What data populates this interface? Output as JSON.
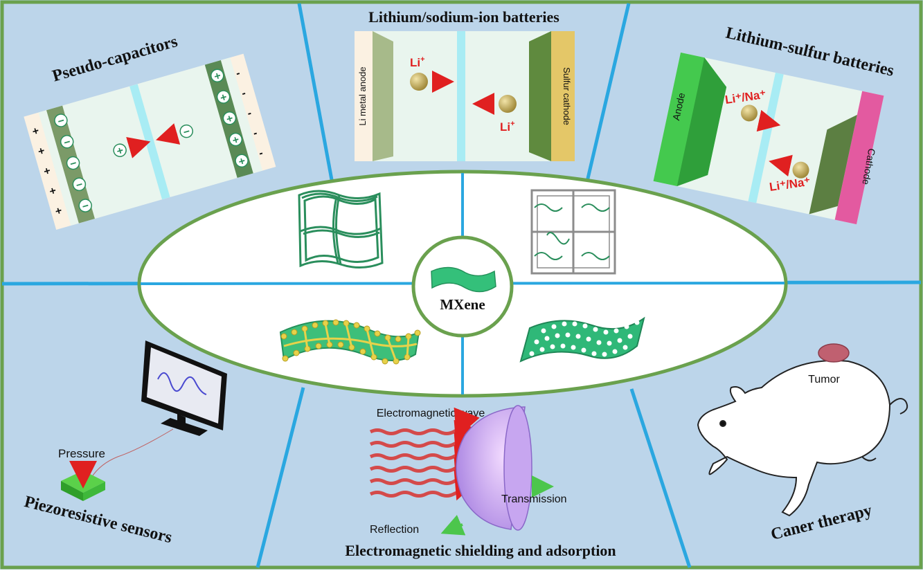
{
  "center": {
    "label": "MXene"
  },
  "panels": {
    "pseudo_capacitors": {
      "title": "Pseudo-capacitors"
    },
    "li_na_ion": {
      "title": "Lithium/sodium-ion batteries",
      "left_electrode": "Li metal anode",
      "right_electrode": "Sulfur cathode",
      "ion_top": "Li",
      "ion_bottom": "Li",
      "ion_sup": "+"
    },
    "li_s": {
      "title": "Lithium-sulfur batteries",
      "anode": "Anode",
      "cathode": "Cathode",
      "ion_top": "Li⁺/Na⁺",
      "ion_bottom": "Li⁺/Na⁺"
    },
    "piezo": {
      "title": "Piezoresistive sensors",
      "pressure": "Pressure"
    },
    "em": {
      "title": "Electromagnetic shielding and adsorption",
      "wave": "Electromagnetic wave",
      "transmission": "Transmission",
      "reflection": "Reflection"
    },
    "cancer": {
      "title": "Caner therapy",
      "tumor": "Tumor"
    }
  },
  "colors": {
    "background": "#bcd5ea",
    "frame": "#6aa14e",
    "divider": "#2aa7e0",
    "mxene": "#2f9f6a",
    "ion": "#c9b25a",
    "arrow": "#e02020"
  }
}
